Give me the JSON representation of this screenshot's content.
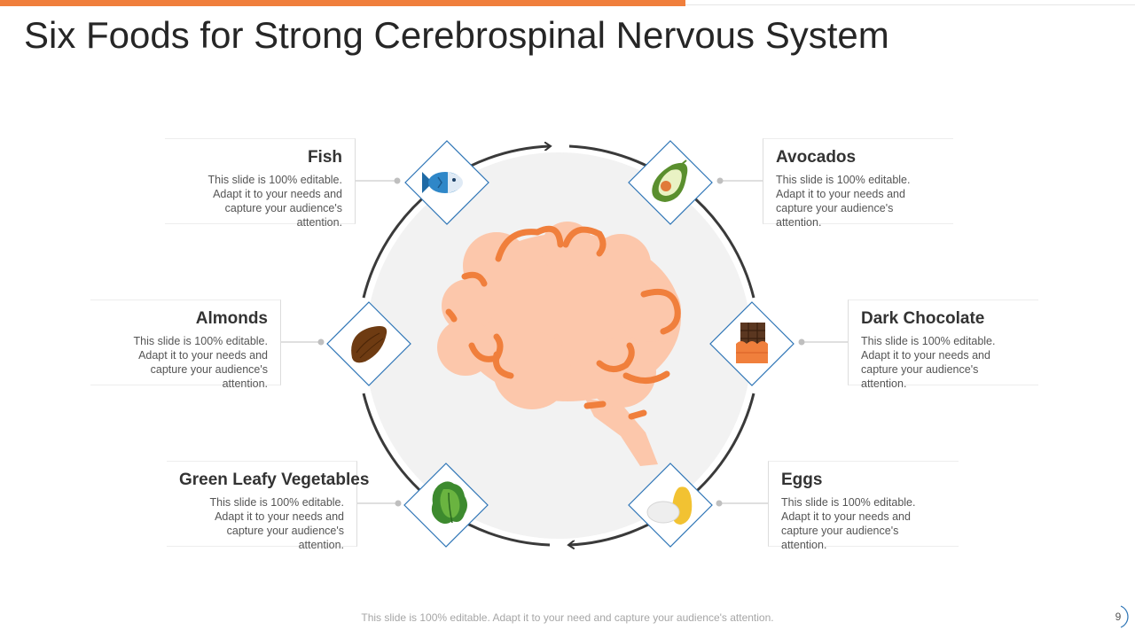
{
  "title": "Six Foods for Strong Cerebrospinal Nervous System",
  "items": [
    {
      "label": "Fish",
      "desc": "This slide is 100% editable. Adapt it to your needs and capture your audience's attention.",
      "icon": "fish-icon"
    },
    {
      "label": "Avocados",
      "desc": "This slide is 100% editable. Adapt it to your needs and capture your audience's attention.",
      "icon": "avocado-icon"
    },
    {
      "label": "Almonds",
      "desc": "This slide is 100% editable. Adapt it to your needs and capture your audience's attention.",
      "icon": "almond-icon"
    },
    {
      "label": "Dark Chocolate",
      "desc": "This slide is 100% editable. Adapt it to your needs and capture your audience's attention.",
      "icon": "chocolate-icon"
    },
    {
      "label": "Green Leafy Vegetables",
      "desc": "This slide is 100% editable. Adapt it to your needs and capture your audience's attention.",
      "icon": "lettuce-icon"
    },
    {
      "label": "Eggs",
      "desc": "This slide is 100% editable. Adapt it to your needs and capture your audience's attention.",
      "icon": "egg-icon"
    }
  ],
  "footer": "This slide is 100% editable. Adapt it to your need and capture your audience's attention.",
  "page_number": "9",
  "colors": {
    "accent": "#f07f3c",
    "brain": "#fcc7ab",
    "diamond_border": "#2e75b6"
  }
}
